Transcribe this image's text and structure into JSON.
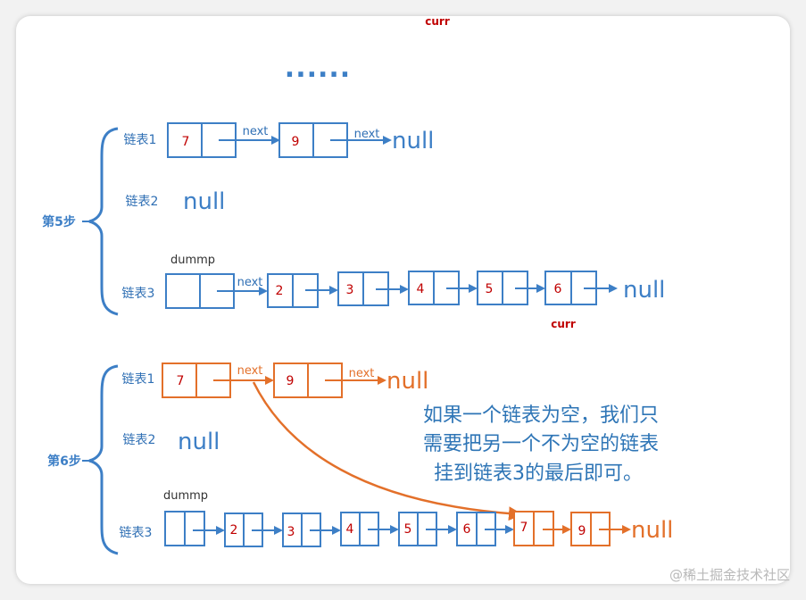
{
  "top": {
    "curr_label": "curr",
    "dots": "......"
  },
  "step5": {
    "step_label": "第5步",
    "list1_label": "链表1",
    "list1_values": [
      "7",
      "9"
    ],
    "list2_label": "链表2",
    "list2_value": "null",
    "list3_label": "链表3",
    "dummy_label": "dummp",
    "list3_values": [
      "2",
      "3",
      "4",
      "5",
      "6"
    ],
    "next_label": "next",
    "null_label": "null",
    "curr_label": "curr"
  },
  "step6": {
    "step_label": "第6步",
    "list1_label": "链表1",
    "list1_values": [
      "7",
      "9"
    ],
    "list2_label": "链表2",
    "list2_value": "null",
    "list3_label": "链表3",
    "dummy_label": "dummp",
    "list3_values": [
      "2",
      "3",
      "4",
      "5",
      "6",
      "7",
      "9"
    ],
    "next_label": "next",
    "null_label": "null"
  },
  "note": {
    "line1": "如果一个链表为空，我们只",
    "line2": "需要把另一个不为空的链表",
    "line3": "挂到链表3的最后即可。"
  },
  "watermark": "@稀土掘金技术社区",
  "colors": {
    "blue": "#3d7fc6",
    "orange": "#e3702a",
    "red": "#c00000",
    "note_blue": "#2e75b6"
  }
}
